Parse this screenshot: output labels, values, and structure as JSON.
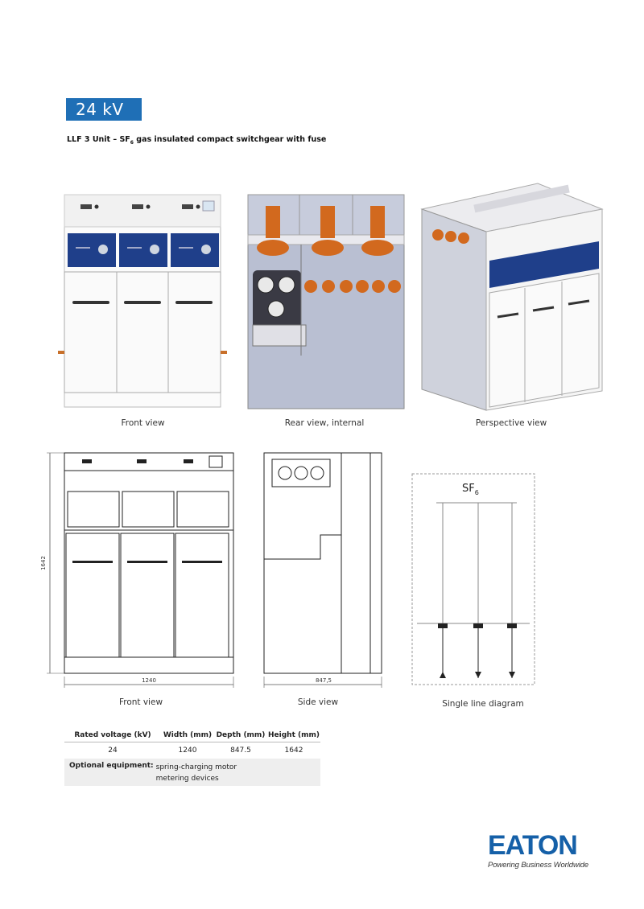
{
  "header": {
    "badge": "24 kV",
    "title_prefix": "LLF 3 Unit – SF",
    "title_sub": "6",
    "title_suffix": " gas insulated compact switchgear with fuse"
  },
  "captions": {
    "front_view_photo": "Front view",
    "rear_view": "Rear view, internal",
    "perspective_view": "Perspective view",
    "front_view_drawing": "Front view",
    "side_view": "Side view",
    "single_line": "Single line diagram"
  },
  "dimensions": {
    "front_height": "1642",
    "front_width": "1240",
    "side_depth": "847,5"
  },
  "diagram": {
    "gas_label_main": "SF",
    "gas_label_sub": "6"
  },
  "spec_table": {
    "headers": [
      "Rated voltage (kV)",
      "Width (mm)",
      "Depth (mm)",
      "Height (mm)"
    ],
    "row": [
      "24",
      "1240",
      "847.5",
      "1642"
    ],
    "optional_label": "Optional equipment:",
    "optional_items": [
      "spring-charging motor",
      "metering devices"
    ]
  },
  "logo": {
    "name": "EATON",
    "tagline": "Powering Business Worldwide"
  },
  "colors": {
    "brand_blue": "#1f6fb6",
    "panel_blue": "#1f3f8a",
    "bushing_orange": "#d2691e",
    "logo_blue": "#1560a8"
  }
}
